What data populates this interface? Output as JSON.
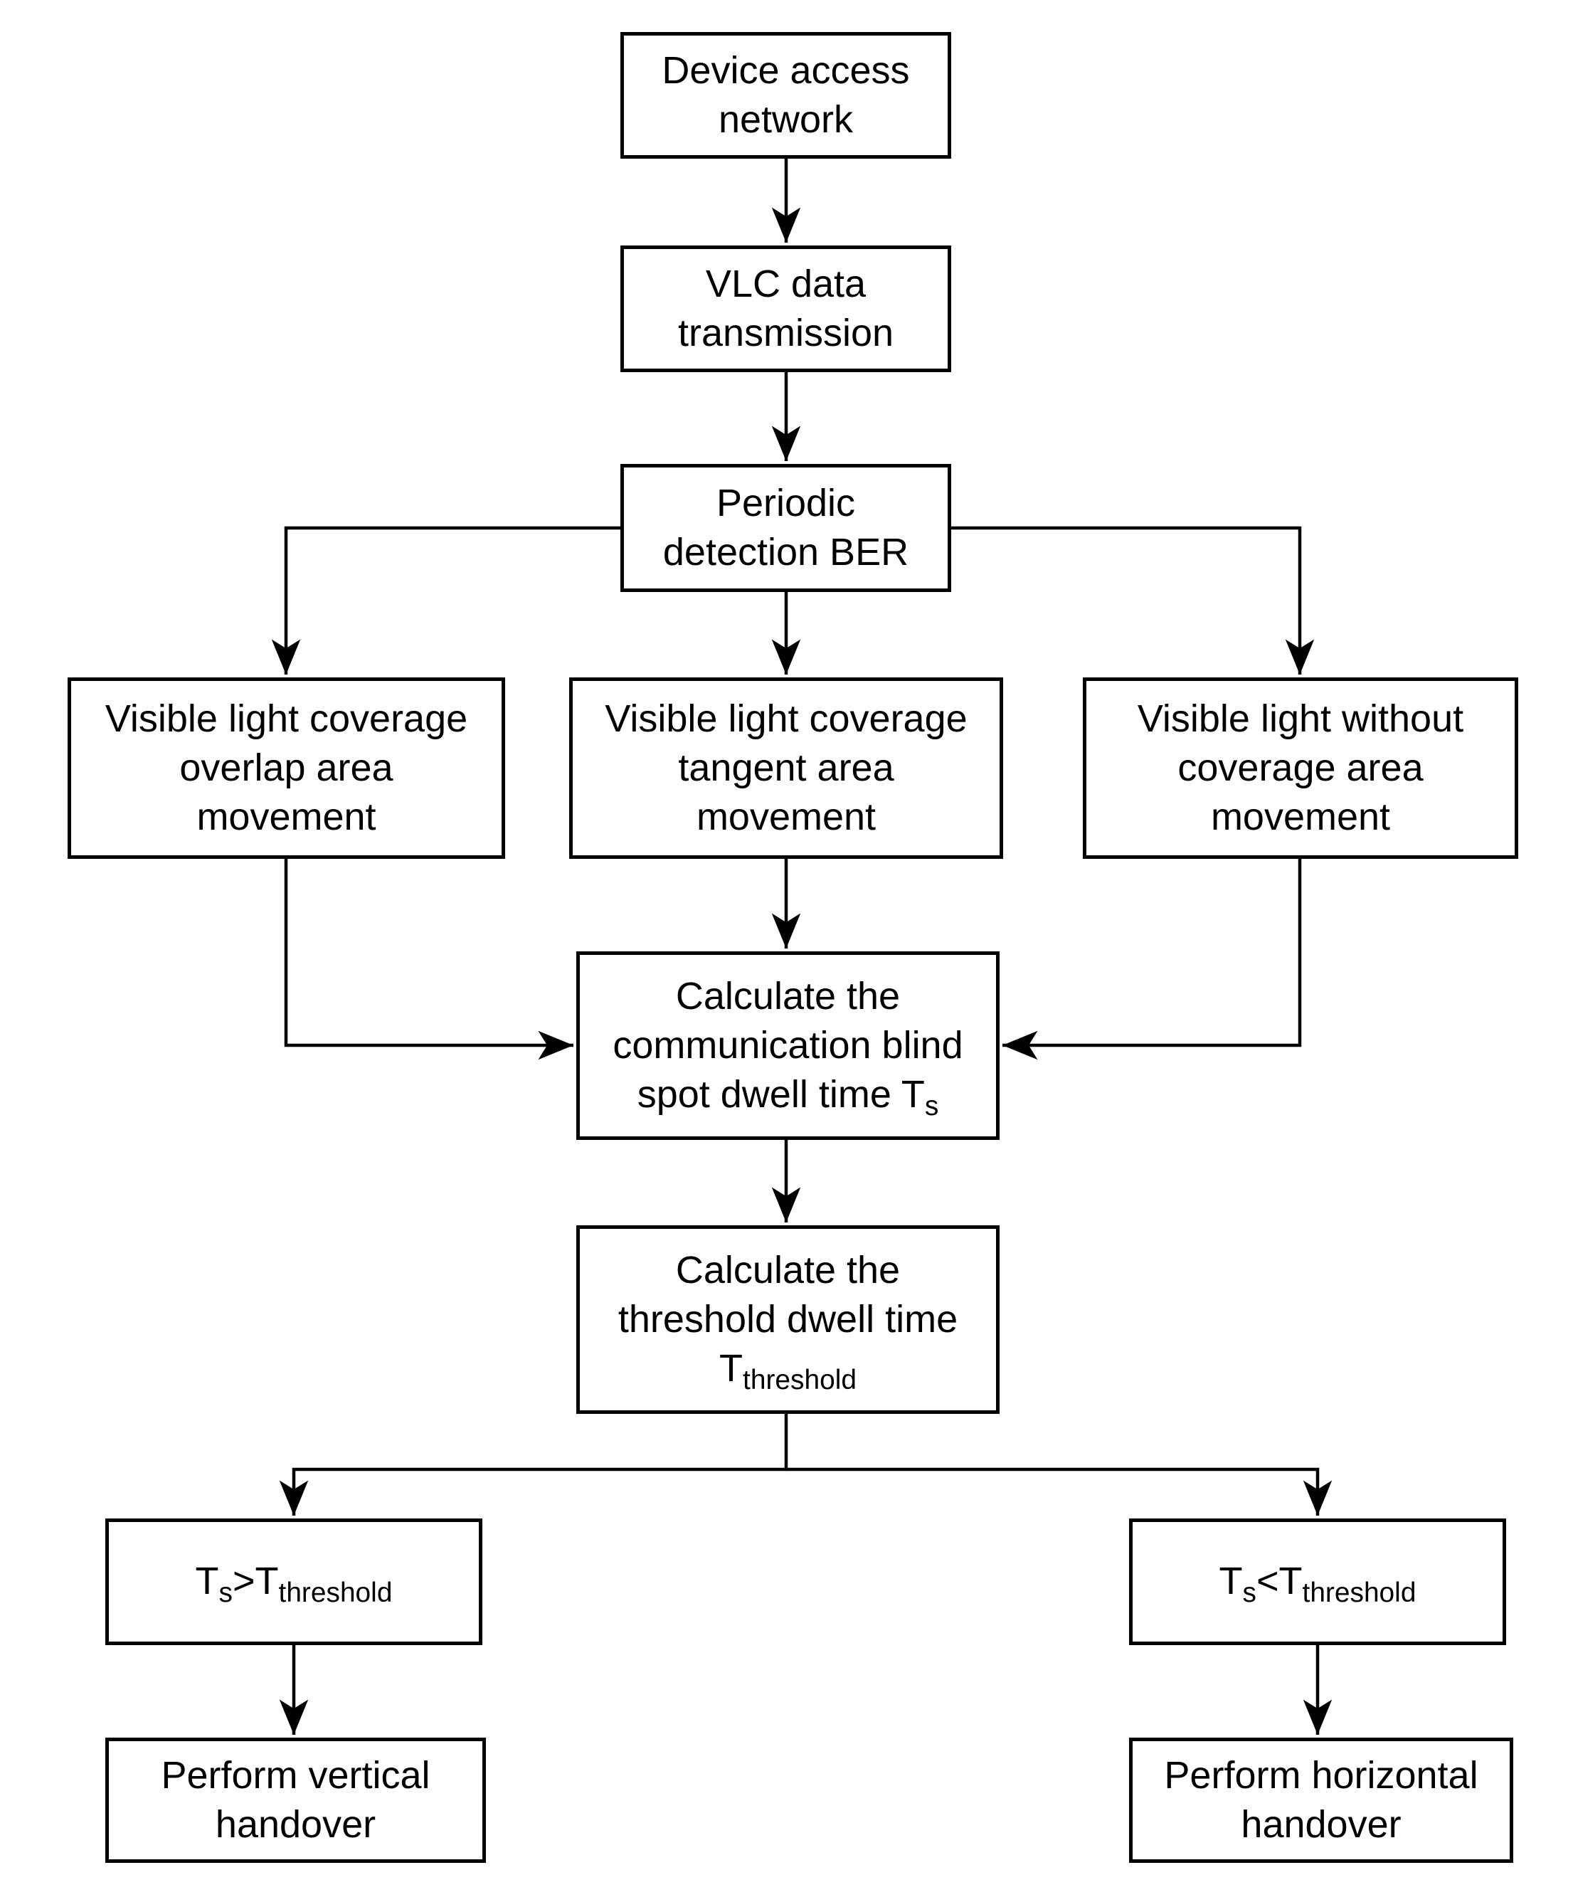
{
  "diagram": {
    "colors": {
      "background": "#ffffff",
      "line": "#000000",
      "box_border": "#000000",
      "text": "#000000"
    },
    "nodes": {
      "device_access": {
        "lines": [
          "Device access",
          "network"
        ]
      },
      "vlc_transmission": {
        "lines": [
          "VLC data",
          "transmission"
        ]
      },
      "periodic_ber": {
        "lines": [
          "Periodic",
          "detection BER"
        ]
      },
      "overlap_movement": {
        "lines": [
          "Visible light coverage",
          "overlap area",
          "movement"
        ]
      },
      "tangent_movement": {
        "lines": [
          "Visible light coverage",
          "tangent area",
          "movement"
        ]
      },
      "without_movement": {
        "lines": [
          "Visible light without",
          "coverage area",
          "movement"
        ]
      },
      "calc_blind_spot": {
        "lines": [
          "Calculate the",
          "communication blind"
        ],
        "line3_main": "spot dwell time T",
        "line3_sub": "s"
      },
      "calc_threshold": {
        "lines": [
          "Calculate the",
          "threshold dwell time"
        ],
        "line3_main": "T",
        "line3_sub": "threshold"
      },
      "cond_greater": {
        "t1": "T",
        "sub1": "s",
        "op": ">",
        "t2": "T",
        "sub2": "threshold"
      },
      "cond_less": {
        "t1": "T",
        "sub1": "s",
        "op": "<",
        "t2": "T",
        "sub2": "threshold"
      },
      "perform_vertical": {
        "lines": [
          "Perform vertical",
          "handover"
        ]
      },
      "perform_horizontal": {
        "lines": [
          "Perform horizontal",
          "handover"
        ]
      }
    }
  }
}
